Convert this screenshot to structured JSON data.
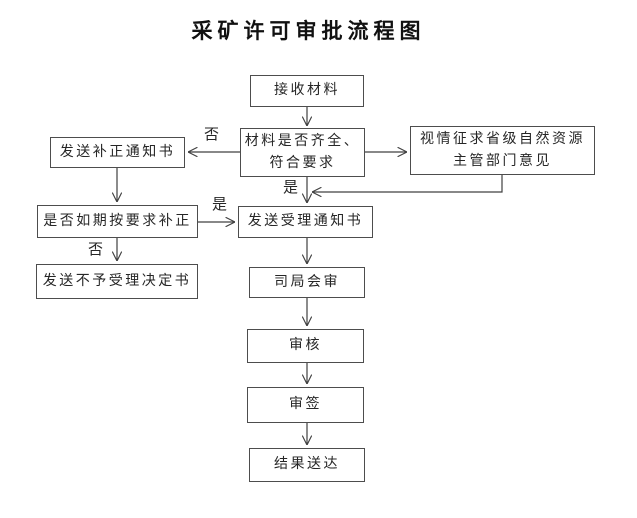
{
  "title": "采矿许可审批流程图",
  "nodes": {
    "receive_materials": {
      "label": "接收材料"
    },
    "check_materials": {
      "label": "材料是否齐全、\n符合要求"
    },
    "consult_provincial": {
      "label": "视情征求省级自然资源\n主管部门意见"
    },
    "send_supplement_notice": {
      "label": "发送补正通知书"
    },
    "supplement_on_time": {
      "label": "是否如期按要求补正"
    },
    "send_acceptance_notice": {
      "label": "发送受理通知书"
    },
    "send_rejection_decision": {
      "label": "发送不予受理决定书"
    },
    "department_joint_review": {
      "label": "司局会审"
    },
    "review": {
      "label": "审核"
    },
    "sign_approval": {
      "label": "审签"
    },
    "deliver_result": {
      "label": "结果送达"
    }
  },
  "edge_labels": {
    "check_no": "否",
    "check_yes": "是",
    "supplement_yes": "是",
    "supplement_no": "否"
  },
  "colors": {
    "background": "#ffffff",
    "box_border": "#4d4d4d",
    "line": "#404040",
    "text": "#262626"
  }
}
